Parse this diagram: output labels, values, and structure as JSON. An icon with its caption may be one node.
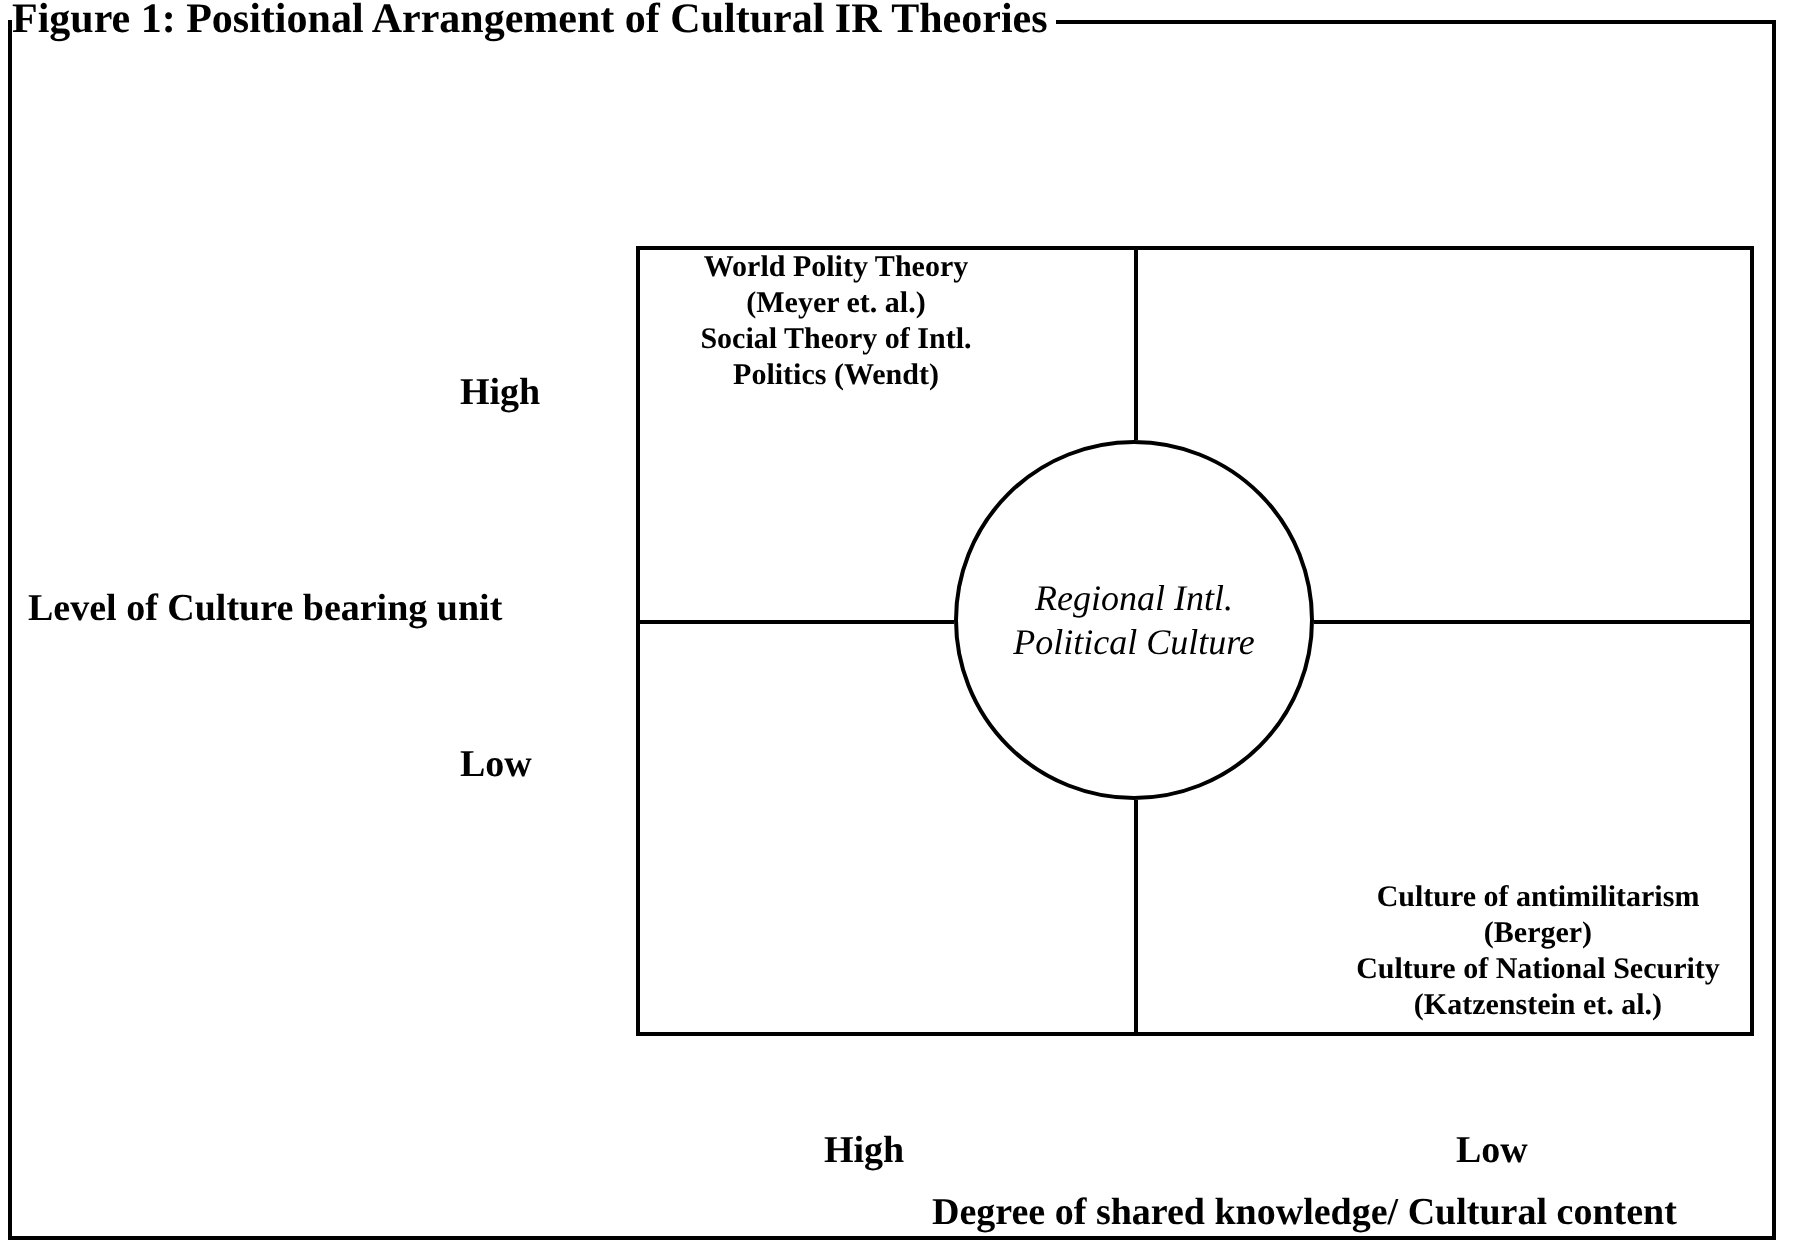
{
  "diagram": {
    "title": "Figure 1: Positional Arrangement of Cultural IR Theories",
    "nodes": [
      {
        "text": [
          "World Polity Theory (Meyer et. al.)",
          "Social Theory of Intl. Politics (Wendt)"
        ]
      },
      {
        "text": [],
        "shape": "box"
      },
      {
        "text": [],
        "shape": "box"
      },
      {
        "text": [
          "Culture of antimilitarism (Berger)",
          "Culture of National Security (Katzenstein et. al.)"
        ]
      },
      {
        "text": [
          "Regional Intl. Political Culture"
        ]
      }
    ],
    "edges": [],
    "labels": [
      "High",
      "Level of Culture bearing unit",
      "Low",
      "High",
      "Low",
      "Degree of shared knowledge/ Cultural content"
    ]
  }
}
